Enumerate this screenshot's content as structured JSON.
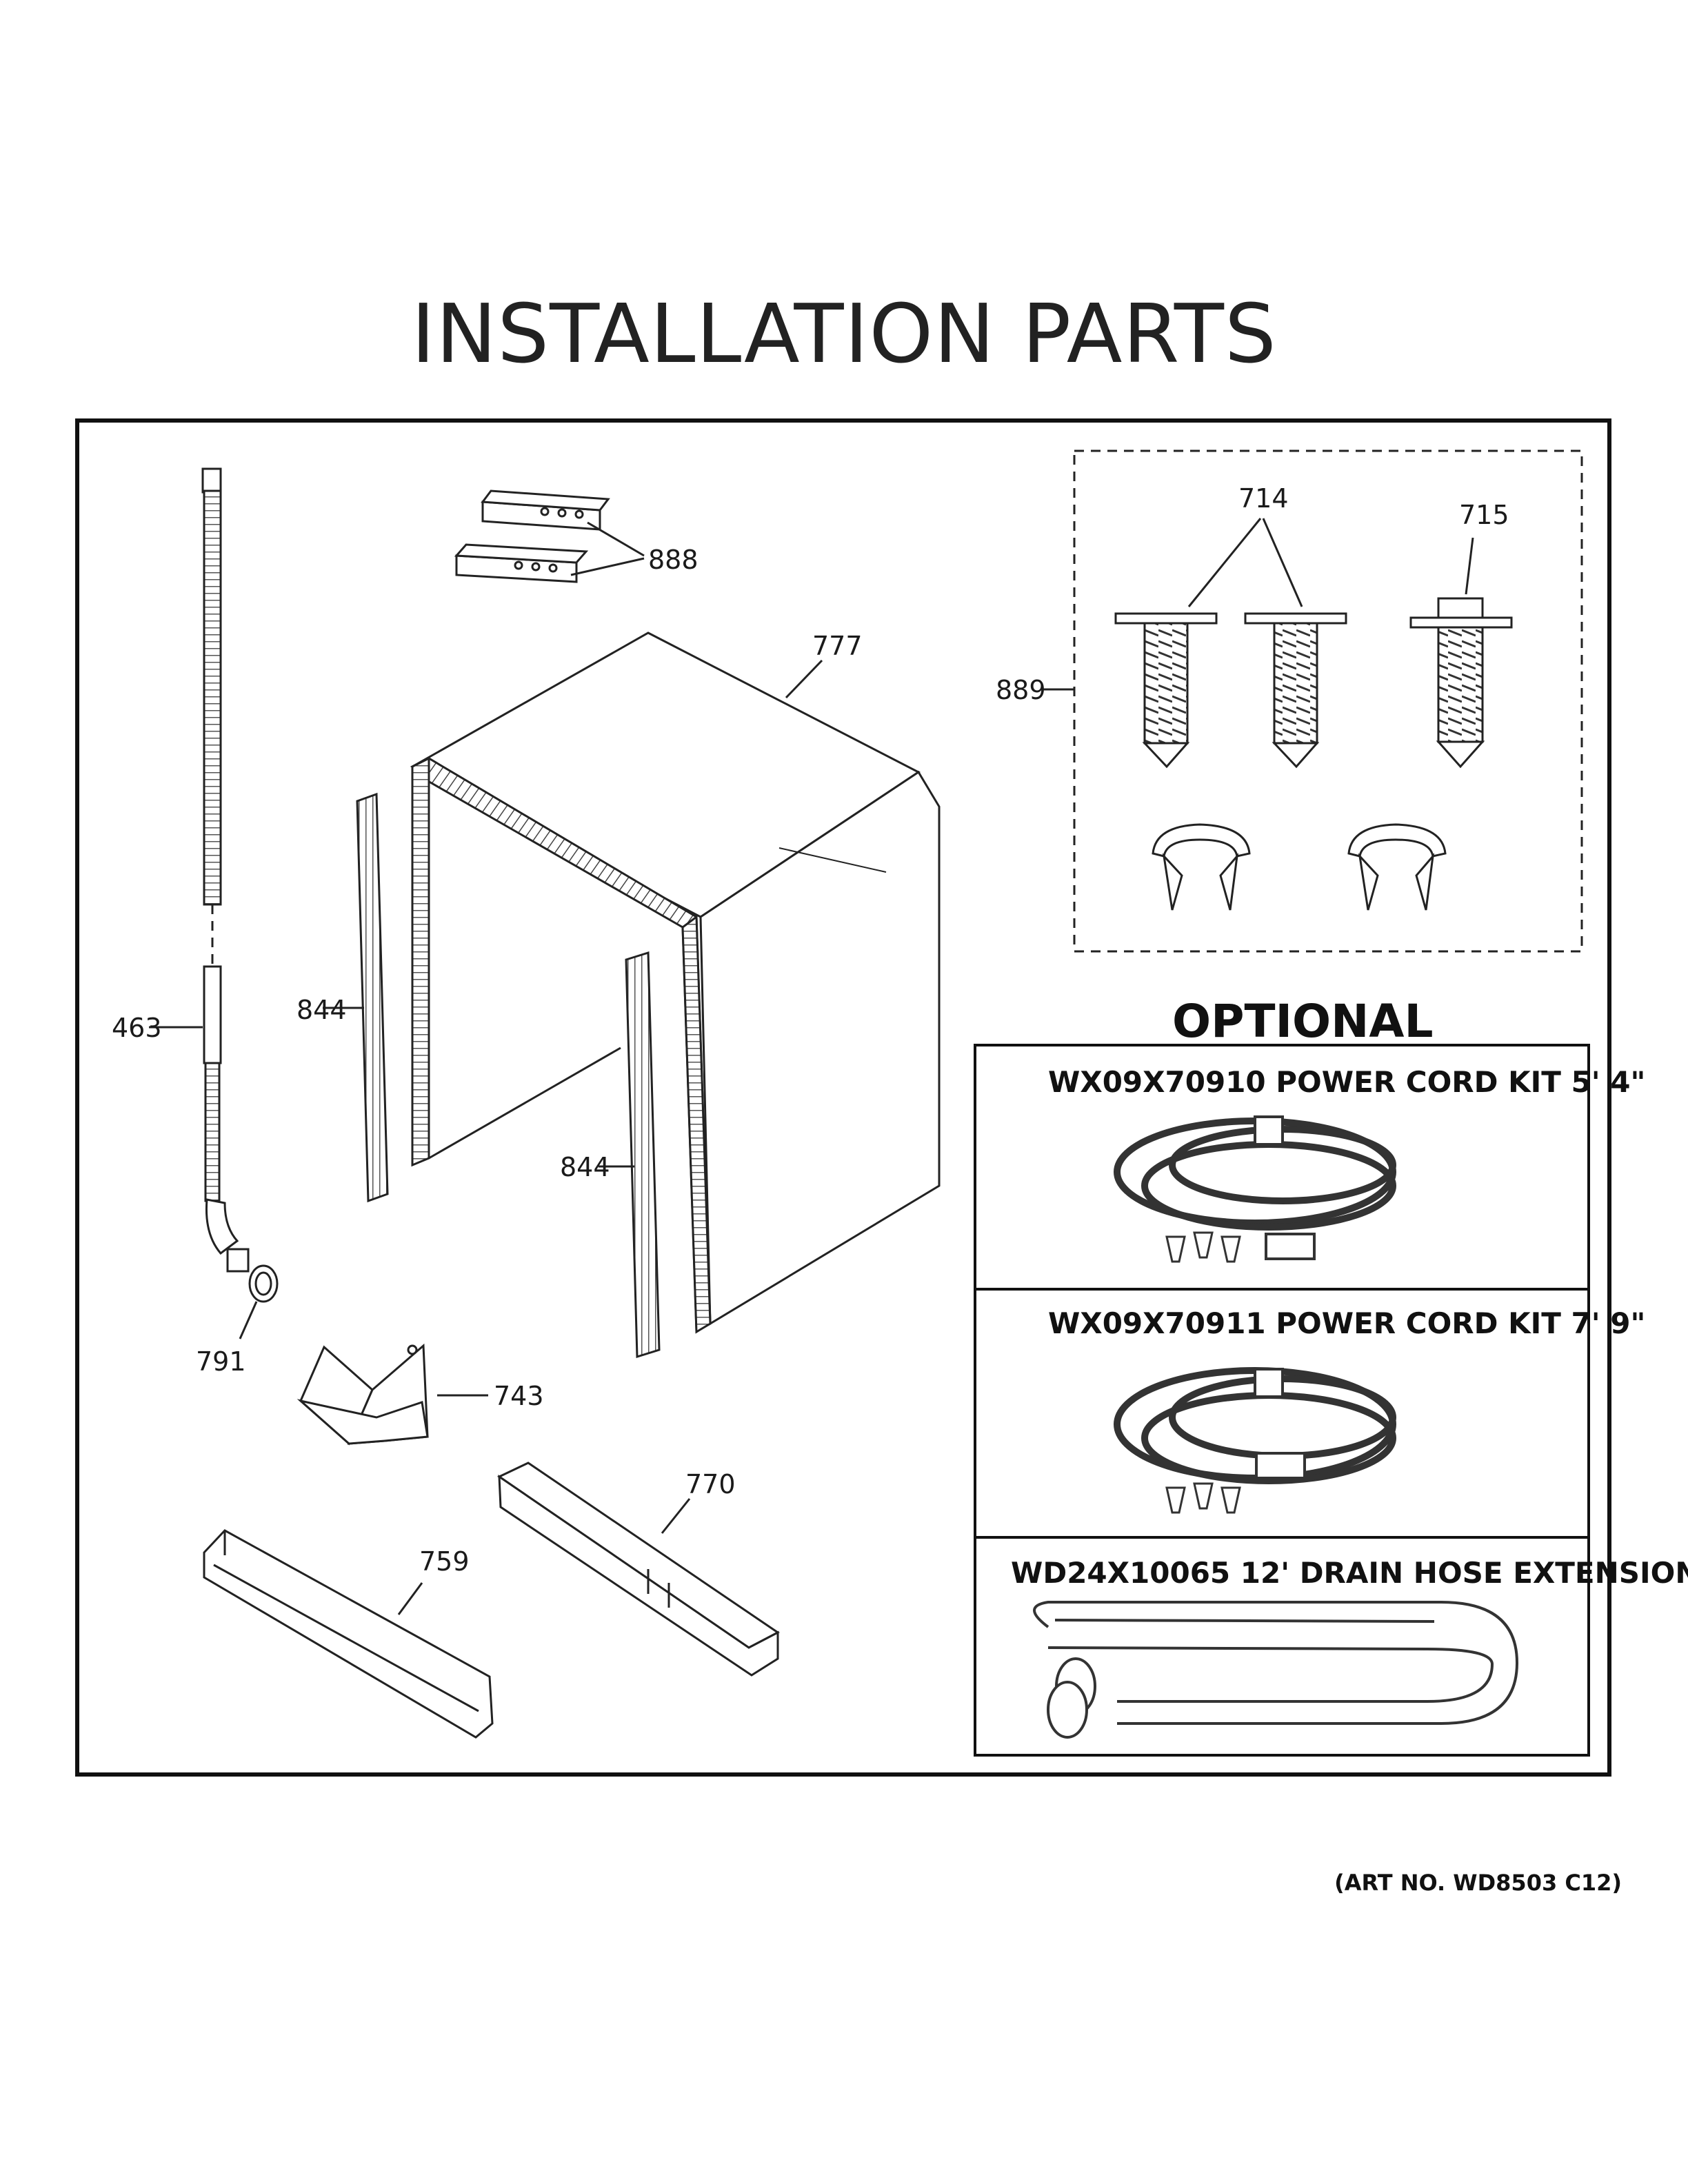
{
  "title": "INSTALLATION PARTS",
  "callouts": {
    "c888": "888",
    "c777": "777",
    "c889": "889",
    "c714": "714",
    "c715": "715",
    "c463": "463",
    "c844a": "844",
    "c844b": "844",
    "c791": "791",
    "c743": "743",
    "c770": "770",
    "c759": "759"
  },
  "optional": {
    "heading": "OPTIONAL",
    "items": [
      {
        "label": "WX09X70910 POWER CORD KIT 5' 4\""
      },
      {
        "label": "WX09X70911 POWER CORD KIT 7' 9\""
      },
      {
        "label": "WD24X10065 12' DRAIN HOSE EXTENSION"
      }
    ]
  },
  "art_number": "(ART NO. WD8503 C12)"
}
